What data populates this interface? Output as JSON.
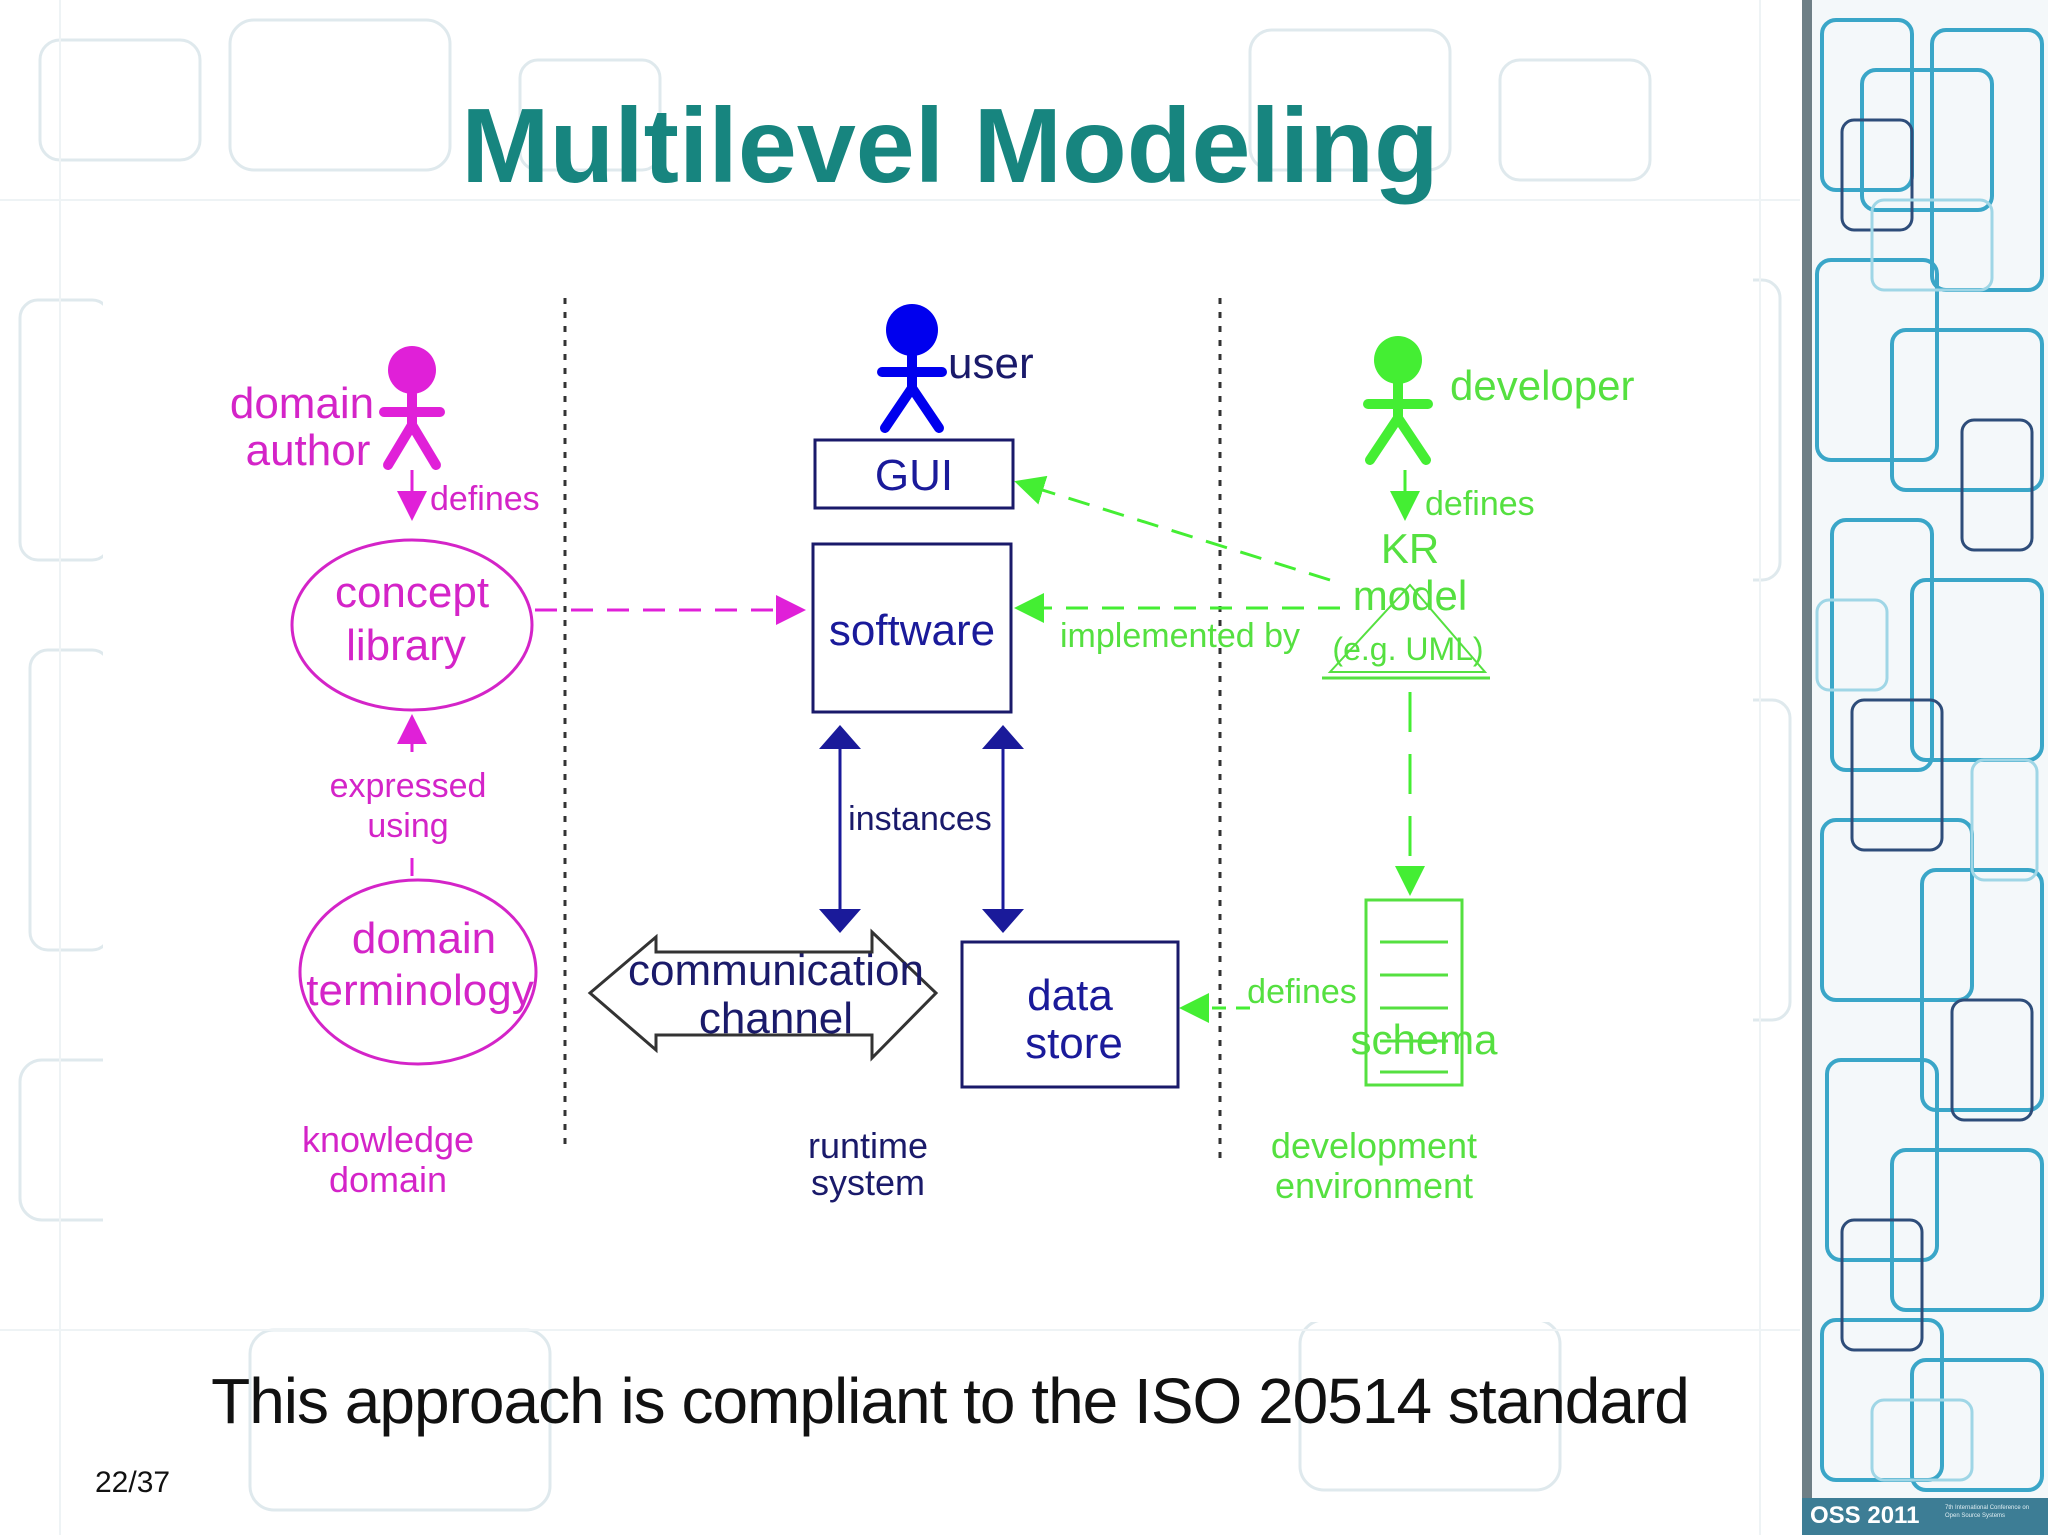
{
  "slide": {
    "title": "Multilevel Modeling",
    "caption": "This approach is compliant to the ISO 20514 standard",
    "page_number": "22/37",
    "footer_logo": "OSS 2011",
    "footer_small": "7th International Conference on Open Source Systems"
  },
  "colors": {
    "title": "#17857f",
    "knowledge": "#e020d8",
    "runtime": "#1a1a9a",
    "development": "#44ee33",
    "actor_user": "#0000ee"
  },
  "diagram": {
    "knowledge": {
      "actor": [
        "domain",
        "author"
      ],
      "defines": "defines",
      "concept_library": [
        "concept",
        "library"
      ],
      "expressed_using": [
        "expressed",
        "using"
      ],
      "domain_terminology": [
        "domain",
        "terminology"
      ],
      "column_label": [
        "knowledge",
        "domain"
      ]
    },
    "runtime": {
      "actor": "user",
      "gui": "GUI",
      "software": "software",
      "instances": "instances",
      "communication_channel": [
        "communication",
        "channel"
      ],
      "data_store": [
        "data",
        "store"
      ],
      "column_label": [
        "runtime",
        "system"
      ]
    },
    "development": {
      "actor": "developer",
      "defines": "defines",
      "kr_model": [
        "KR",
        "model",
        "(e.g. UML)"
      ],
      "implemented_by": "implemented by",
      "schema": "schema",
      "defines_store": "defines",
      "column_label": [
        "development",
        "environment"
      ]
    }
  }
}
